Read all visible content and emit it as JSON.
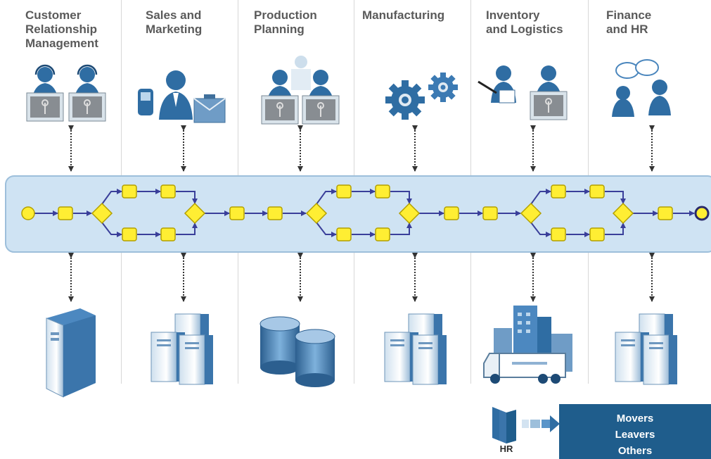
{
  "departments": [
    {
      "title": "Customer\nRelationship\nManagement"
    },
    {
      "title": "Sales and\nMarketing"
    },
    {
      "title": "Production\nPlanning"
    },
    {
      "title": "Manufacturing"
    },
    {
      "title": "Inventory\nand Logistics"
    },
    {
      "title": "Finance\nand HR"
    }
  ],
  "hr_inset": {
    "label": "HR",
    "items": [
      "Movers",
      "Leavers",
      "Others"
    ]
  },
  "colors": {
    "lane_fill": "#cfe3f3",
    "lane_stroke": "#9dbfdb",
    "node_fill": "#ffee33",
    "node_stroke": "#b3a000",
    "flow_arrow": "#3a3f9a",
    "icon_blue": "#2f6da3",
    "title_gray": "#5a5a5a",
    "hr_box": "#1f5d8c"
  }
}
